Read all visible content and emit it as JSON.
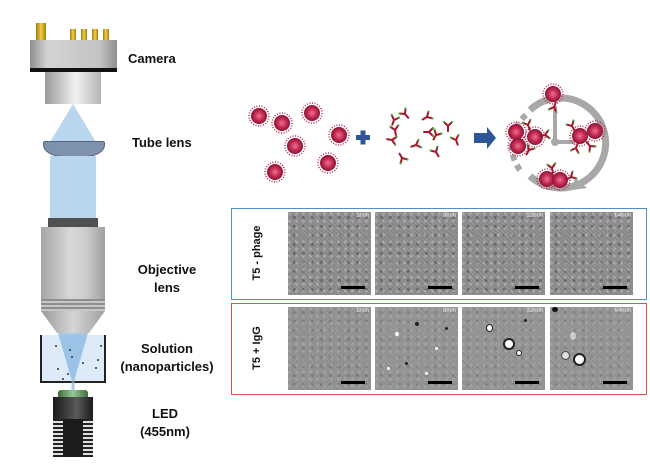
{
  "setup_labels": {
    "camera": "Camera",
    "tube_lens": "Tube lens",
    "objective_line1": "Objective",
    "objective_line2": "lens",
    "solution_line1": "Solution",
    "solution_line2": "(nanoparticles)",
    "led_line1": "LED",
    "led_line2": "(455nm)"
  },
  "reaction": {
    "operator_plus": "plus-icon",
    "operator_arrow": "arrow-right-icon",
    "reactant_1": "T5 phage particles",
    "reactant_2": "IgG antibodies",
    "product": "aggregation over time (clock)"
  },
  "panels": [
    {
      "label": "T5 - phage",
      "border_color": "#4a90d9",
      "frames": [
        {
          "time": "1min"
        },
        {
          "time": "8min"
        },
        {
          "time": "32min"
        },
        {
          "time": "64min"
        }
      ]
    },
    {
      "label": "T5 + IgG",
      "border_color": "#e05050",
      "frames": [
        {
          "time": "1min"
        },
        {
          "time": "8min"
        },
        {
          "time": "32min"
        },
        {
          "time": "64min"
        }
      ]
    }
  ],
  "colors": {
    "light_beam": "#b9d6ee",
    "phage": "#c0284f",
    "antibody": "#a5162a",
    "antibody_tip": "#3bb83b",
    "arrow_blue": "#2e5597",
    "clock_gray": "#a8a8a8"
  }
}
